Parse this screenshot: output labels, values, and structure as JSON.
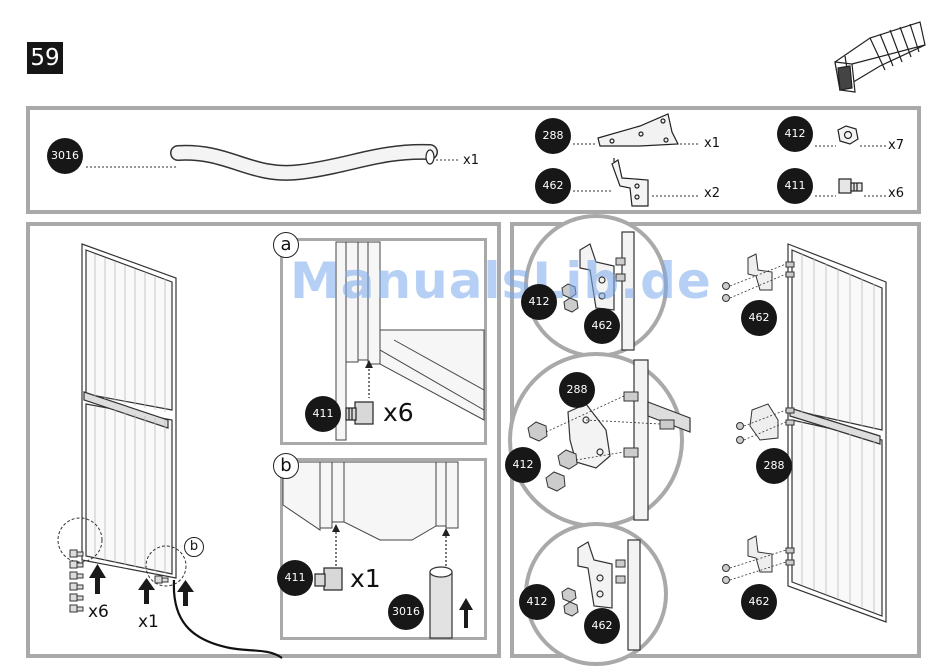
{
  "step": {
    "number": "59"
  },
  "parts": [
    {
      "id": "3016",
      "qty": "x1"
    },
    {
      "id": "288",
      "qty": "x1"
    },
    {
      "id": "462",
      "qty": "x2"
    },
    {
      "id": "412",
      "qty": "x7"
    },
    {
      "id": "411",
      "qty": "x6"
    }
  ],
  "left_panel": {
    "qty_bolts": "x6",
    "qty_tube": "x1",
    "callout": "b"
  },
  "detail_a": {
    "label": "a",
    "part": "411",
    "qty": "x6"
  },
  "detail_b": {
    "label": "b",
    "part_bolt": "411",
    "qty": "x1",
    "part_tube": "3016"
  },
  "right_panel": {
    "top_zoom": {
      "part_nut": "412",
      "part_bracket": "462"
    },
    "mid_zoom": {
      "part_plate": "288",
      "part_nut": "412"
    },
    "bottom_zoom": {
      "part_nut": "412",
      "part_bracket": "462"
    },
    "panel_labels": [
      "462",
      "288",
      "462"
    ]
  },
  "watermark": "ManualsLib.de"
}
